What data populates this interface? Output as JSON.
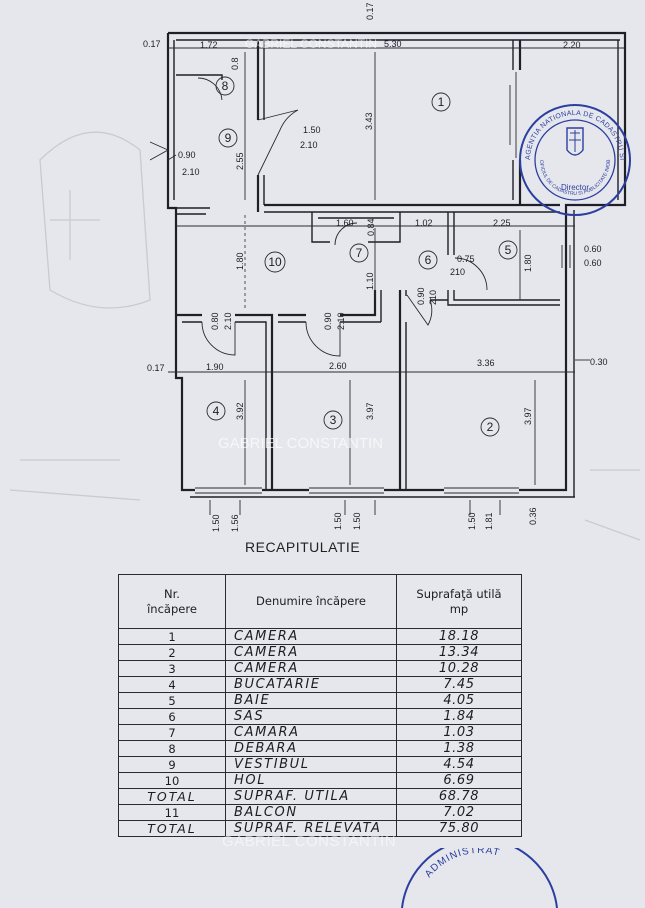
{
  "watermark": "GABRIEL CONSTANTIN",
  "stamp": {
    "text": "AGENTIA NATIONALA DE CADASTRU SI PUBLICITATE IMOBILIARA",
    "sub": "OFICIUL DE CADASTRU SI PUBLICITATE IMOBILIARA AL MUNICIPIULUI BUCURESTI",
    "center": "Director"
  },
  "stamp_bottom": "ADMINISTRAT",
  "plan": {
    "rooms": [
      {
        "nr": "1"
      },
      {
        "nr": "2"
      },
      {
        "nr": "3"
      },
      {
        "nr": "4"
      },
      {
        "nr": "5"
      },
      {
        "nr": "6"
      },
      {
        "nr": "7"
      },
      {
        "nr": "8"
      },
      {
        "nr": "9"
      },
      {
        "nr": "10"
      }
    ],
    "dimensions": {
      "top_left_wall": "0.17",
      "top_1": "1.72",
      "top_2": "5.30",
      "top_3": "2.20",
      "top_right_corner": "0.17",
      "d_08": "0.8",
      "d_343": "3.43",
      "d_255": "2.55",
      "door_090": "0.90",
      "door_210": "2.10",
      "door9_150": "1.50",
      "door9_210": "2.10",
      "d_160": "1.60",
      "d_084": "0.84",
      "d_102": "1.02",
      "d_225": "2.25",
      "d_060a": "0.60",
      "d_060b": "0.60",
      "d_180a": "1.80",
      "d_180b": "1.80",
      "d_110": "1.10",
      "door6_075": "0.75",
      "door6_210": "210",
      "door2_090": "0.90",
      "door2_210": "210",
      "door4_080": "0.80",
      "door4_210": "2.10",
      "door3_090": "0.90",
      "door3_210": "2.10",
      "mid_left": "0.17",
      "mid_1": "1.90",
      "mid_2": "2.60",
      "mid_3": "3.36",
      "mid_right": "0.30",
      "h_392": "3.92",
      "h_397a": "3.97",
      "h_397b": "3.97",
      "w4_a": "1.50",
      "w4_b": "1.56",
      "w3_a": "1.50",
      "w3_b": "1.50",
      "w2_a": "1.50",
      "w2_b": "1.81",
      "w_036": "0.36"
    }
  },
  "recap": {
    "title": "RECAPITULATIE",
    "headers": {
      "nr_line1": "Nr.",
      "nr_line2": "încăpere",
      "name": "Denumire încăpere",
      "area_line1": "Suprafaţă utilă",
      "area_line2": "mp"
    },
    "rows": [
      {
        "nr": "1",
        "name": "CAMERA",
        "area": "18.18"
      },
      {
        "nr": "2",
        "name": "CAMERA",
        "area": "13.34"
      },
      {
        "nr": "3",
        "name": "CAMERA",
        "area": "10.28"
      },
      {
        "nr": "4",
        "name": "BUCATARIE",
        "area": "7.45"
      },
      {
        "nr": "5",
        "name": "BAIE",
        "area": "4.05"
      },
      {
        "nr": "6",
        "name": "SAS",
        "area": "1.84"
      },
      {
        "nr": "7",
        "name": "CAMARA",
        "area": "1.03"
      },
      {
        "nr": "8",
        "name": "DEBARA",
        "area": "1.38"
      },
      {
        "nr": "9",
        "name": "VESTIBUL",
        "area": "4.54"
      },
      {
        "nr": "10",
        "name": "HOL",
        "area": "6.69"
      },
      {
        "nr": "TOTAL",
        "name": "SUPRAF. UTILA",
        "area": "68.78",
        "total": true
      },
      {
        "nr": "11",
        "name": "BALCON",
        "area": "7.02"
      },
      {
        "nr": "TOTAL",
        "name": "SUPRAF. RELEVATA",
        "area": "75.80",
        "total": true
      }
    ]
  }
}
